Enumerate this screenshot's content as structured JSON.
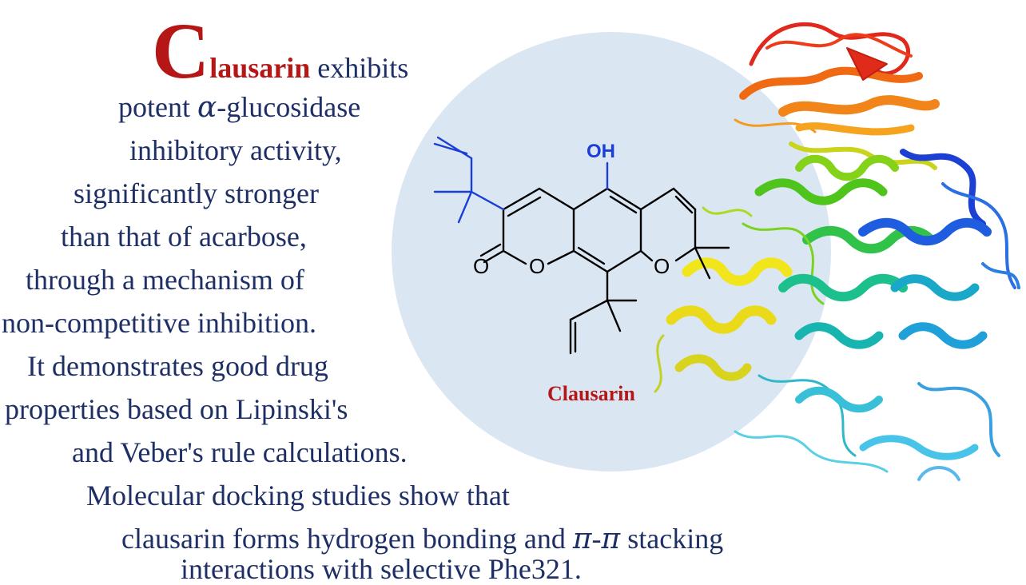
{
  "text": {
    "line1": {
      "initial": "C",
      "rest": "lausarin",
      "tail": " exhibits"
    },
    "line2": {
      "pre": "potent ",
      "greek": "α",
      "post": "-glucosidase"
    },
    "line3": "inhibitory activity,",
    "line4": "significantly stronger",
    "line5": "than that of  acarbose,",
    "line6": "through a mechanism of",
    "line7": "non-competitive inhibition.",
    "line8": "It demonstrates good drug",
    "line9": "properties based on  Lipinski's",
    "line10": "and Veber's rule calculations.",
    "line11": "Molecular docking studies show that",
    "line12": {
      "pre": "clausarin forms hydrogen bonding and ",
      "pi1": "π",
      "dash": "-",
      "pi2": "π",
      "post": " stacking"
    },
    "line13": "interactions with selective Phe321."
  },
  "molecule": {
    "name": "Clausarin",
    "hydroxyl_label": "OH",
    "carbonyl_oxygen": "O",
    "ring_oxygen_1": "O",
    "ring_oxygen_2": "O"
  },
  "colors": {
    "body_text": "#1e2f66",
    "accent_red": "#b51717",
    "highlight_blue": "#1a3fd6",
    "circle_fill": "#dbe6f3"
  }
}
